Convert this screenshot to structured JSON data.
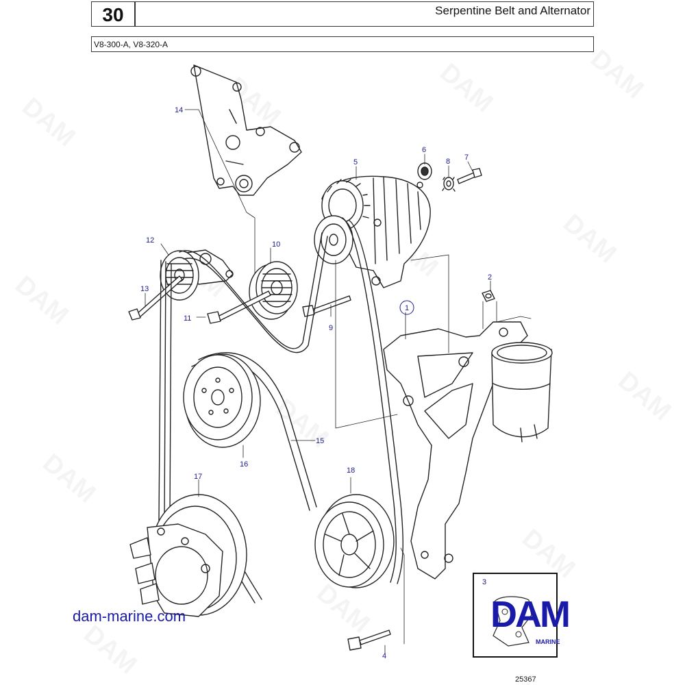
{
  "header": {
    "section_number": "30",
    "title": "Serpentine Belt and Alternator",
    "models": "V8-300-A, V8-320-A"
  },
  "watermark": {
    "text": "DAM"
  },
  "callouts": [
    "1",
    "2",
    "3",
    "4",
    "5",
    "6",
    "7",
    "8",
    "9",
    "10",
    "11",
    "12",
    "13",
    "14",
    "15",
    "16",
    "17",
    "18"
  ],
  "parts": [
    {
      "id": "1",
      "icon": "mounting-bracket"
    },
    {
      "id": "2",
      "icon": "nut"
    },
    {
      "id": "3",
      "icon": "logo-inset"
    },
    {
      "id": "4",
      "icon": "bolt"
    },
    {
      "id": "5",
      "icon": "alternator"
    },
    {
      "id": "6",
      "icon": "washer"
    },
    {
      "id": "7",
      "icon": "bolt"
    },
    {
      "id": "8",
      "icon": "lock-washer"
    },
    {
      "id": "9",
      "icon": "bolt"
    },
    {
      "id": "10",
      "icon": "idler-pulley"
    },
    {
      "id": "11",
      "icon": "bolt"
    },
    {
      "id": "12",
      "icon": "tensioner"
    },
    {
      "id": "13",
      "icon": "bolt"
    },
    {
      "id": "14",
      "icon": "tensioner-bracket"
    },
    {
      "id": "15",
      "icon": "serpentine-belt"
    },
    {
      "id": "16",
      "icon": "crank-pulley"
    },
    {
      "id": "17",
      "icon": "water-pump"
    },
    {
      "id": "18",
      "icon": "pump-pulley"
    }
  ],
  "site": "dam-marine.com",
  "logo": {
    "text": "DAM",
    "sub": "MARINE"
  },
  "drawing_number": "25367"
}
